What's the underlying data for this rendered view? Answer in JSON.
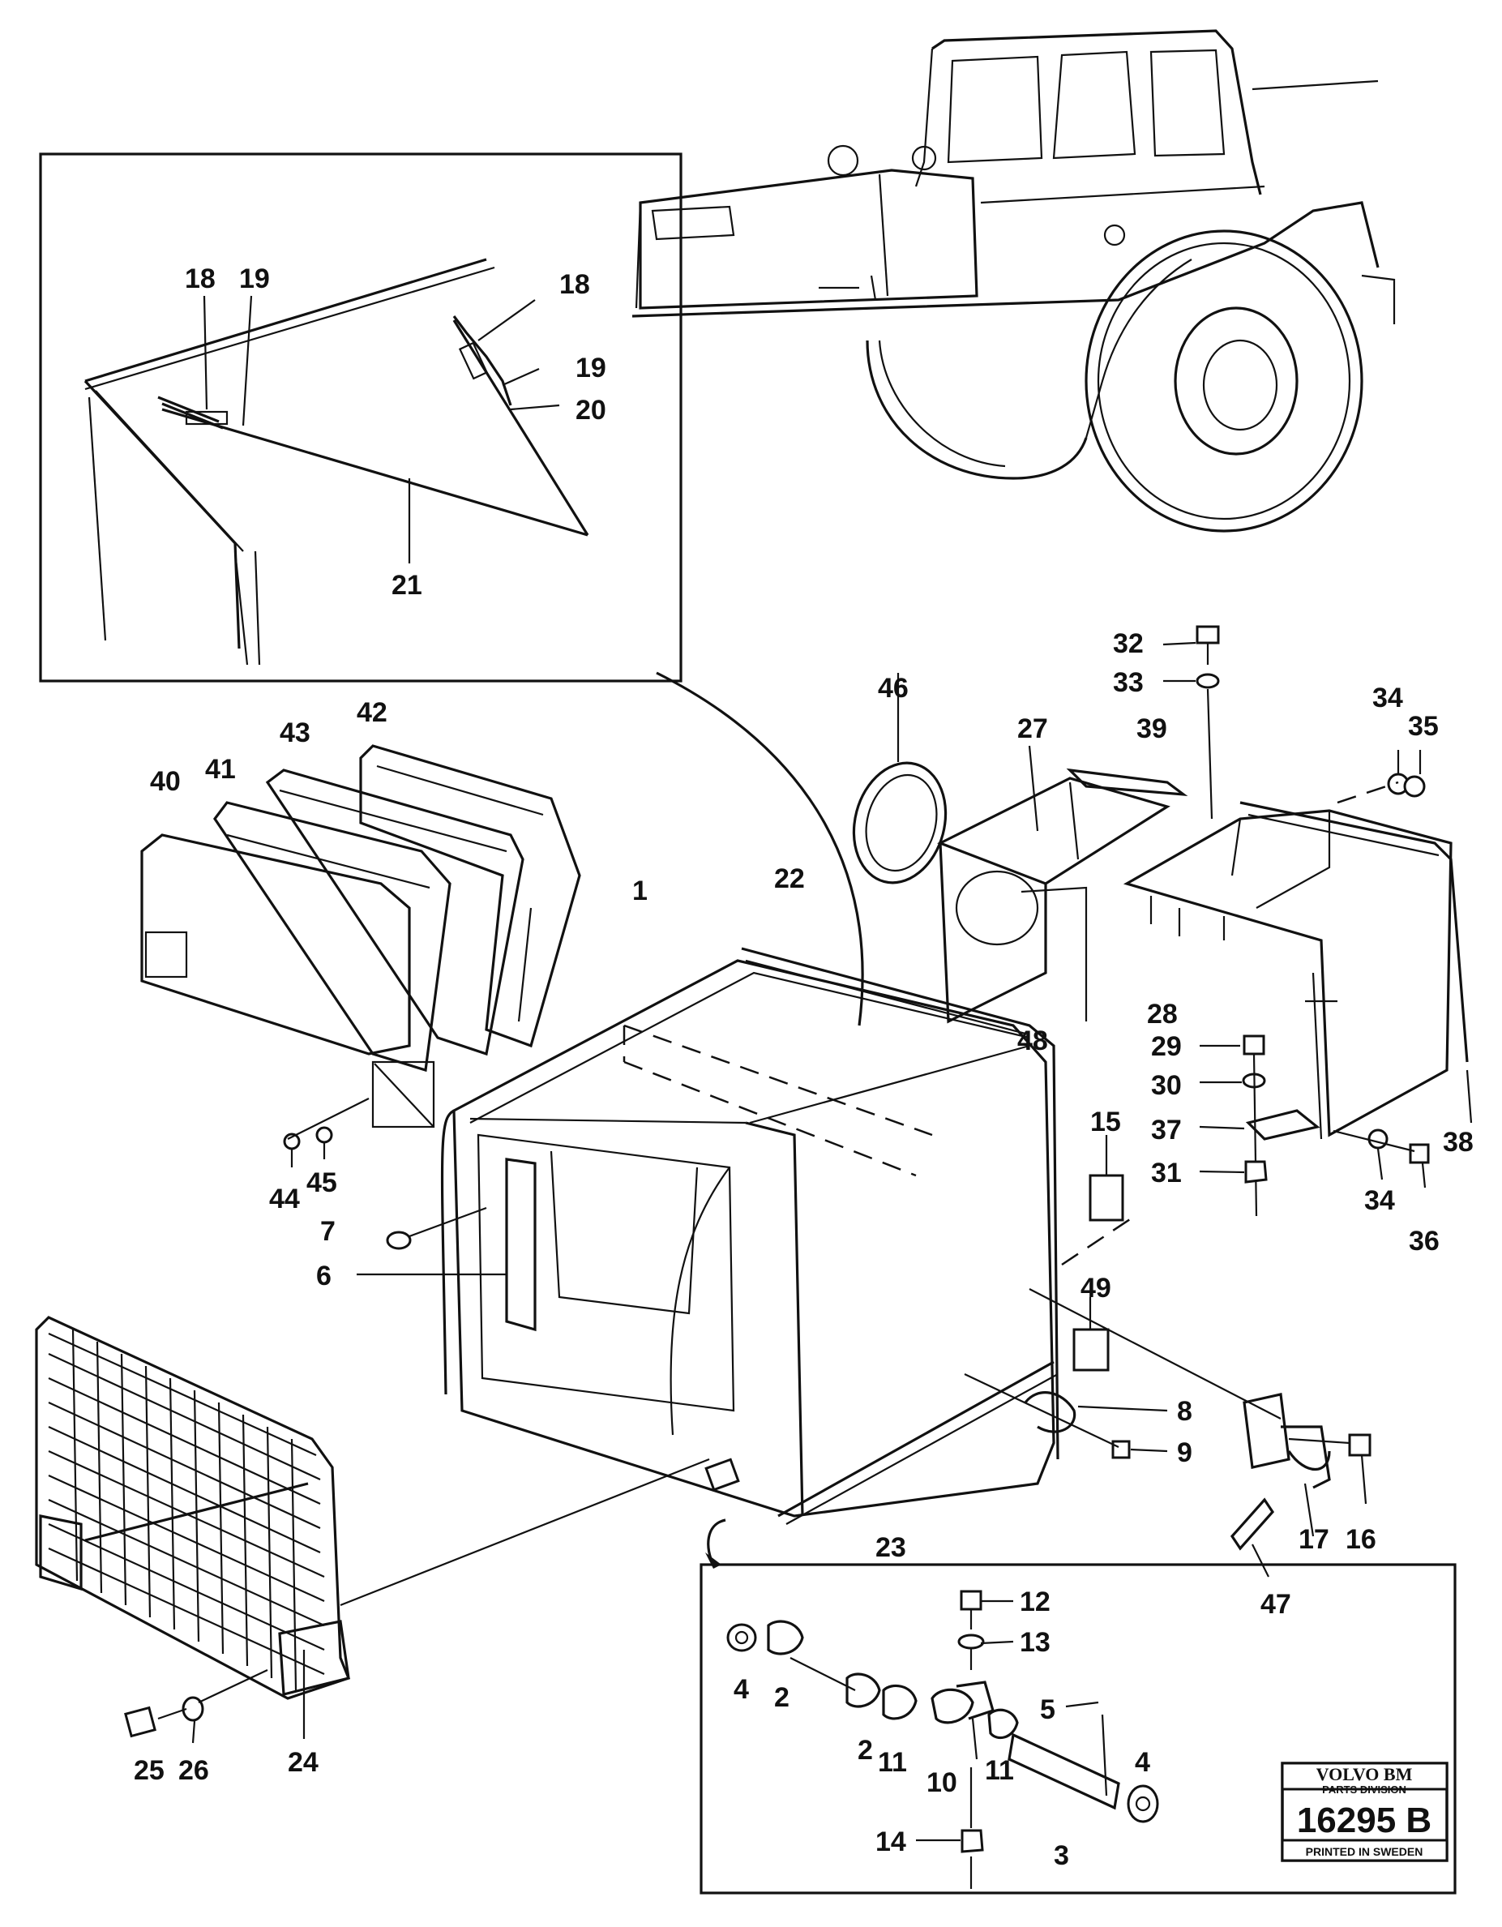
{
  "labels": {
    "n1": "1",
    "n2a": "2",
    "n2b": "2",
    "n3": "3",
    "n4a": "4",
    "n4b": "4",
    "n5": "5",
    "n6": "6",
    "n7": "7",
    "n8": "8",
    "n9": "9",
    "n10": "10",
    "n11a": "11",
    "n11b": "11",
    "n12": "12",
    "n13": "13",
    "n14": "14",
    "n15": "15",
    "n16": "16",
    "n17": "17",
    "n18a": "18",
    "n18b": "18",
    "n19a": "19",
    "n19b": "19",
    "n20": "20",
    "n21": "21",
    "n22": "22",
    "n23": "23",
    "n24": "24",
    "n25": "25",
    "n26": "26",
    "n27": "27",
    "n28": "28",
    "n29": "29",
    "n30": "30",
    "n31": "31",
    "n32": "32",
    "n33": "33",
    "n34a": "34",
    "n34b": "34",
    "n35": "35",
    "n36": "36",
    "n37": "37",
    "n38": "38",
    "n39": "39",
    "n40": "40",
    "n41": "41",
    "n42": "42",
    "n43": "43",
    "n44": "44",
    "n45": "45",
    "n46": "46",
    "n47": "47",
    "n48": "48",
    "n49": "49"
  },
  "stamp": {
    "brand": "VOLVO BM",
    "division": "PARTS DIVISION",
    "number": "16295 B",
    "printed": "PRINTED IN SWEDEN"
  }
}
